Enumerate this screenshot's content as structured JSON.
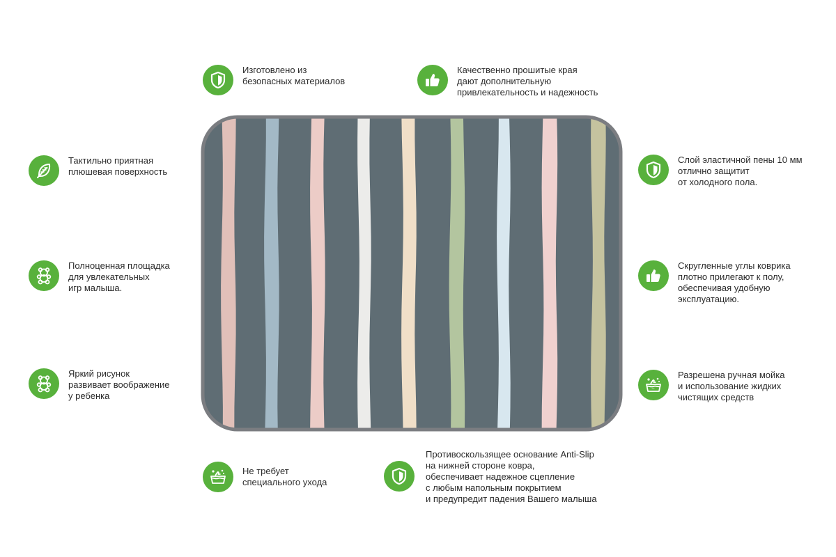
{
  "colors": {
    "accent": "#58b13c",
    "rug_base": "#5f6d74",
    "rug_border": "#7b7d81"
  },
  "rug": {
    "stripe_colors": [
      "#e1c0b9",
      "#a3b9c6",
      "#ecccc7",
      "#ececea",
      "#f0dfc8",
      "#b3c59f",
      "#d8e7ef",
      "#f0d1cf",
      "#c5c39f"
    ]
  },
  "features": {
    "top_left": {
      "icon": "shield-icon",
      "text": "Изготовлено из\nбезопасных материалов"
    },
    "top_right": {
      "icon": "thumbs-up-icon",
      "text": "Качественно прошитые края\nдают дополнительную\nпривлекательность и надежность"
    },
    "left_1": {
      "icon": "feather-icon",
      "text": "Тактильно приятная\nплюшевая поверхность"
    },
    "left_2": {
      "icon": "teddy-bear-icon",
      "text": "Полноценная площадка\nдля увлекательных\nигр малыша."
    },
    "left_3": {
      "icon": "teddy-bear-icon",
      "text": "Яркий рисунок\nразвивает воображение\nу ребенка"
    },
    "right_1": {
      "icon": "shield-icon",
      "text": "Слой эластичной пены 10 мм\nотлично защитит\nот холодного пола."
    },
    "right_2": {
      "icon": "thumbs-up-icon",
      "text": "Скругленные углы коврика\nплотно прилегают к полу,\nобеспечивая удобную\nэксплуатацию."
    },
    "right_3": {
      "icon": "washing-icon",
      "text": "Разрешена ручная мойка\nи использование жидких\nчистящих средств"
    },
    "bottom_left": {
      "icon": "washing-icon",
      "text": "Не требует\nспециального ухода"
    },
    "bottom_right": {
      "icon": "shield-icon",
      "text": "Противоскользящее основание Anti-Slip\nна нижней стороне ковра,\nобеспечивает надежное сцепление\nс любым напольным покрытием\nи предупредит падения Вашего малыша"
    }
  }
}
